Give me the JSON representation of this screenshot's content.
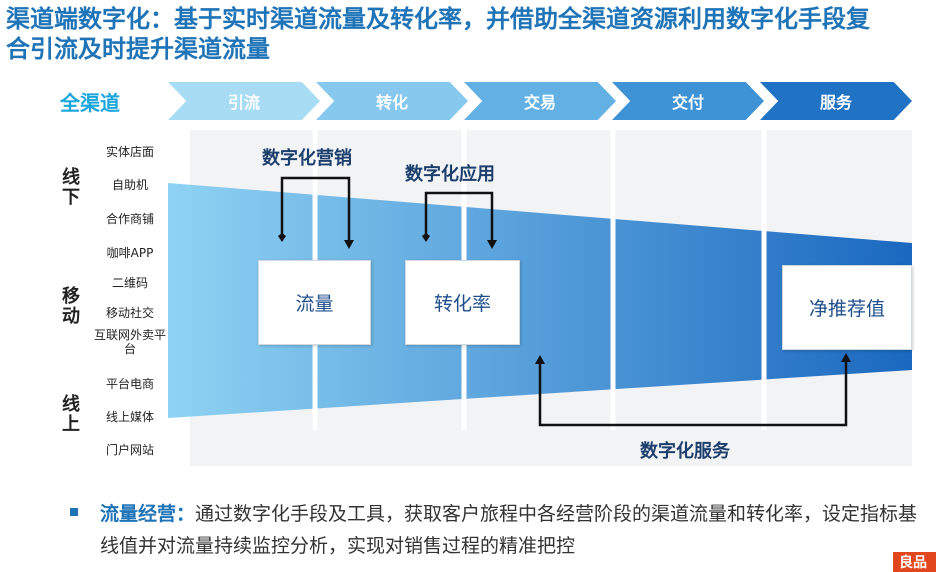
{
  "title": "渠道端数字化：基于实时渠道流量及转化率，并借助全渠道资源利用数字化手段复合引流及时提升渠道流量",
  "all_channel": "全渠道",
  "stages": [
    "引流",
    "转化",
    "交易",
    "交付",
    "服务"
  ],
  "groups": [
    {
      "label": "线下"
    },
    {
      "label": "移动"
    },
    {
      "label": "线上"
    }
  ],
  "channels": [
    "实体店面",
    "自助机",
    "合作商铺",
    "咖啡APP",
    "二维码",
    "移动社交",
    "互联网外卖平台",
    "平台电商",
    "线上媒体",
    "门户网站"
  ],
  "boxes": {
    "traffic": "流量",
    "conversion": "转化率",
    "nps": "净推荐值"
  },
  "labels": {
    "marketing": "数字化营销",
    "application": "数字化应用",
    "service": "数字化服务"
  },
  "bullet": {
    "heading": "流量经营：",
    "text": "通过数字化手段及工具，获取客户旅程中各经营阶段的渠道流量和转化率，设定指标基线值并对流量持续监控分析，实现对销售过程的精准把控"
  },
  "logo": "良品",
  "colors": {
    "accent": "#1f73b7",
    "light": "#8fd3f3",
    "dark": "#1a68c0"
  }
}
